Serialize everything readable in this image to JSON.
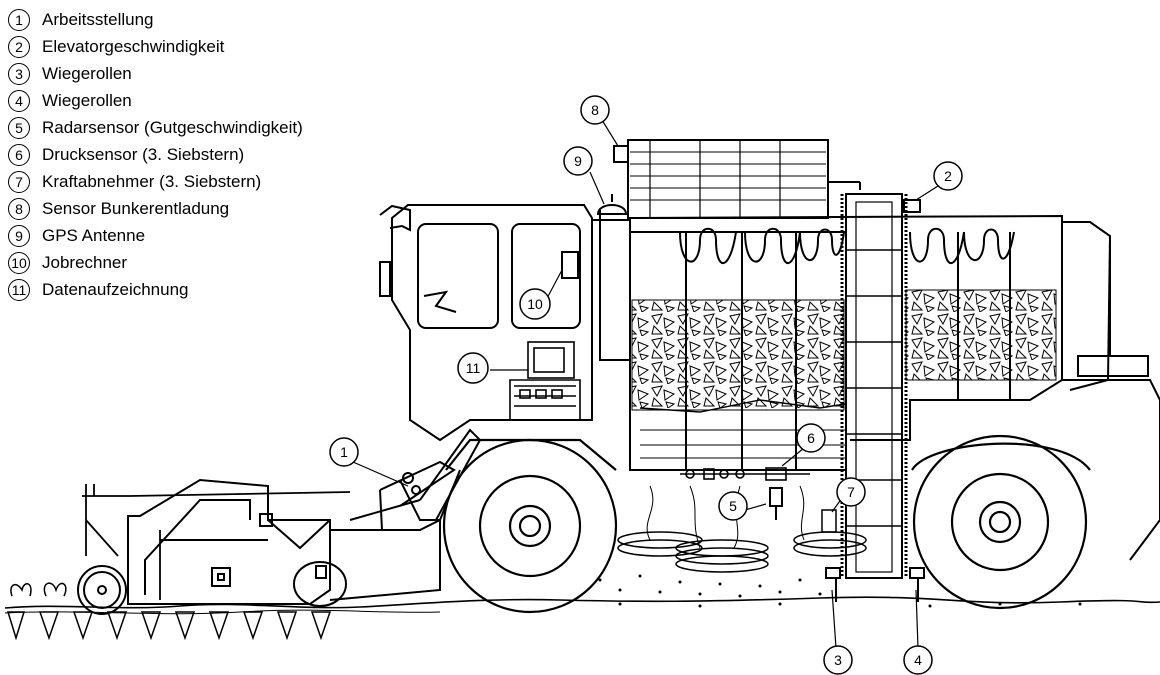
{
  "legend": [
    {
      "num": "1",
      "label": "Arbeitsstellung"
    },
    {
      "num": "2",
      "label": "Elevatorgeschwindigkeit"
    },
    {
      "num": "3",
      "label": "Wiegerollen"
    },
    {
      "num": "4",
      "label": "Wiegerollen"
    },
    {
      "num": "5",
      "label": "Radarsensor (Gutgeschwindigkeit)"
    },
    {
      "num": "6",
      "label": "Drucksensor (3. Siebstern)"
    },
    {
      "num": "7",
      "label": "Kraftabnehmer (3. Siebstern)"
    },
    {
      "num": "8",
      "label": "Sensor Bunkerentladung"
    },
    {
      "num": "9",
      "label": "GPS Antenne"
    },
    {
      "num": "10",
      "label": "Jobrechner"
    },
    {
      "num": "11",
      "label": "Datenaufzeichnung"
    }
  ],
  "callouts": [
    "1",
    "2",
    "3",
    "4",
    "5",
    "6",
    "7",
    "8",
    "9",
    "10",
    "11"
  ],
  "colors": {
    "line": "#000000",
    "background": "#ffffff"
  }
}
